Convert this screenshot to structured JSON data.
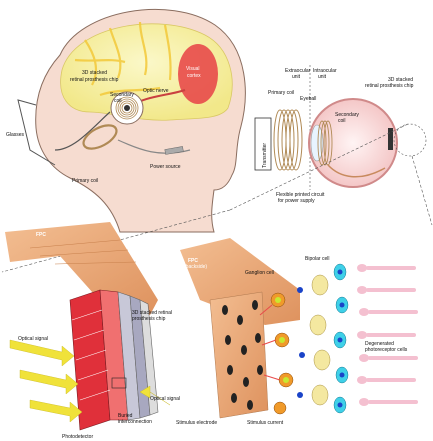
{
  "labels": {
    "glasses": "Glasses",
    "chip_stack_line1": "3D stacked",
    "chip_stack_line2": "retinal prosthesis chip",
    "visual_cortex_line1": "Visual",
    "visual_cortex_line2": "cortex",
    "secondary_coil_line1": "Secondary",
    "secondary_coil_line2": "coil",
    "optic_nerve": "Optic nerve",
    "primary_coil": "Primary coil",
    "power_source": "Power source",
    "extraocular_line1": "Extraocular",
    "extraocular_line2": "unit",
    "intraocular_line1": "Intraocular",
    "intraocular_line2": "unit",
    "primary_coil_eye": "Primary coil",
    "eyeball": "Eyeball",
    "secondary_coil_eye_line1": "Secondary",
    "secondary_coil_eye_line2": "coil",
    "chip_eye_line1": "3D stacked",
    "chip_eye_line2": "retinal prosthesis chip",
    "transmitter": "Transmitter",
    "fpc_line1": "Flexible printed circuit",
    "fpc_line2": "for power supply",
    "fpc_left": "FPC",
    "chip_left_line1": "3D stacked retinal",
    "chip_left_line2": "prosthesis chip",
    "optical_signal_left": "Optical signal",
    "optical_signal_mid": "Optical signal",
    "buried_line1": "Buried",
    "buried_line2": "interconnection",
    "photodetector": "Photodetector",
    "fpc_back_line1": "FPC",
    "fpc_back_line2": "(backside)",
    "bipolar_cell": "Bipolar cell",
    "ganglion_cell": "Ganglion cell",
    "degenerated_line1": "Degenerated",
    "degenerated_line2": "photoreceptor cells",
    "stimulus_electrode": "Stimulus electrode",
    "stimulus_current": "Stimulus current"
  },
  "colors": {
    "skin": "#f6dcd0",
    "head_outline": "#8a6d5f",
    "brain": "#f7f3b8",
    "brain_folds": "#f6d23a",
    "cortex": "#e84a4a",
    "fpc": "#e8a77a",
    "chip_red": "#e0303a",
    "arrow_yellow": "#f0e23a",
    "cell_cyan": "#3fd0e8",
    "cell_blue": "#1a43c8",
    "cell_orange": "#f09a2a",
    "photoreceptor": "#f3b6c8"
  }
}
